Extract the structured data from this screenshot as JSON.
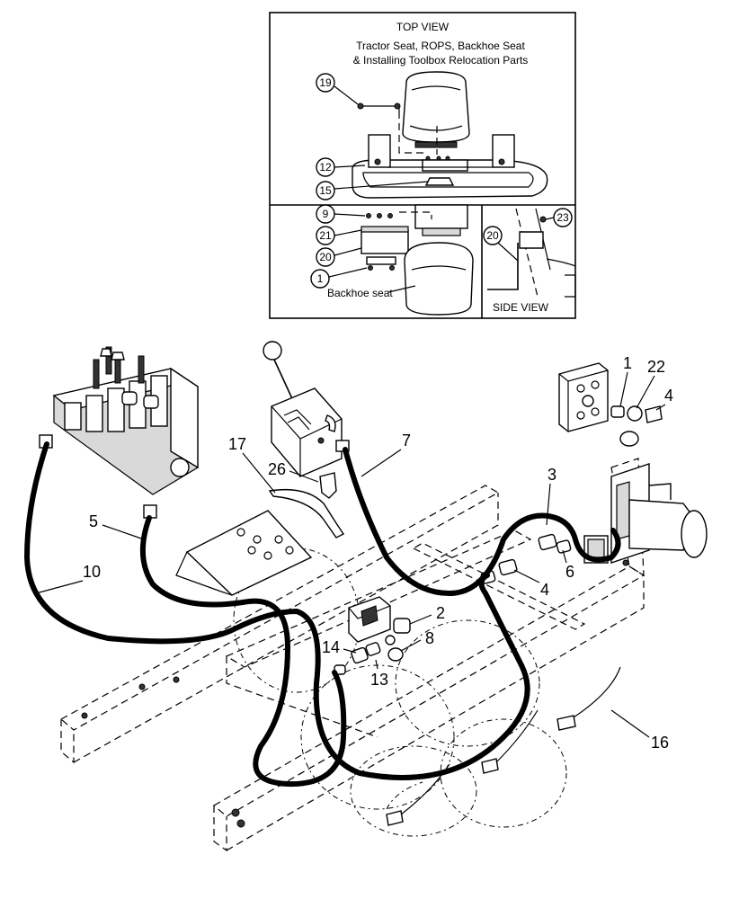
{
  "inset": {
    "heading": "TOP VIEW",
    "caption_line1": "Tractor Seat, ROPS, Backhoe Seat",
    "caption_line2": "& Installing Toolbox Relocation Parts",
    "backhoe_seat_label": "Backhoe seat",
    "side_view_label": "SIDE    VIEW",
    "callouts": [
      "19",
      "12",
      "15",
      "9",
      "21",
      "20",
      "1",
      "23",
      "20"
    ]
  },
  "main": {
    "callouts": [
      "1",
      "22",
      "4",
      "7",
      "3",
      "17",
      "26",
      "5",
      "10",
      "6",
      "4",
      "2",
      "8",
      "14",
      "13",
      "16"
    ]
  },
  "colors": {
    "line": "#000000",
    "background": "#ffffff",
    "fill_gray": "#d9d9d9"
  }
}
